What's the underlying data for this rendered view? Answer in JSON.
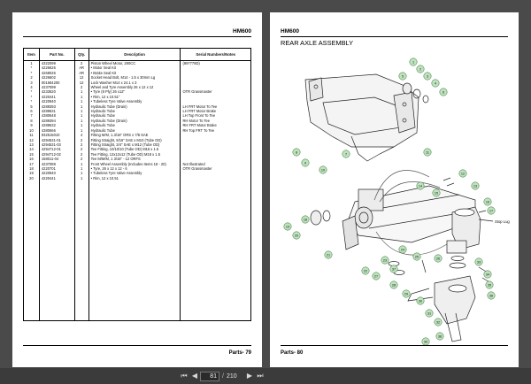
{
  "left_page": {
    "header": "HM600",
    "footer": "Parts- 79",
    "columns": [
      "Item",
      "Part No.",
      "Qty.",
      "Description",
      "Serial Numbers/Notes"
    ],
    "rows": [
      [
        "1",
        "4322099",
        "2",
        "Piston Wheel Motor, 280CC",
        "(897778D)"
      ],
      [
        "*",
        "4226626",
        "AR",
        "• Motor Seal Kit",
        ""
      ],
      [
        "*",
        "4268026",
        "AR",
        "• Brake Seal Kit",
        ""
      ],
      [
        "2",
        "4226602",
        "12",
        "Socket Head Bolt, M14 - 1.5 x 30mm Lg",
        ""
      ],
      [
        "3",
        "001584200",
        "12",
        "Lock Washer M14 x 24.1 x 3",
        ""
      ],
      [
        "4",
        "4237099",
        "2",
        "Wheel and Tyre Assembly 26 x 12 x 12",
        ""
      ],
      [
        "*",
        "4233620",
        "1",
        "• Tyre (8 Ply) 26 x12\"",
        "OTR Grassmaster"
      ],
      [
        "*",
        "4220441",
        "1",
        "• Rim, 12 x 10.51\"",
        ""
      ],
      [
        "*",
        "4220940",
        "1",
        "• Tubeless Tyre Valve Assembly",
        ""
      ],
      [
        "5",
        "4289393",
        "1",
        "Hydraulic Tube (Drain)",
        "LH FRT Motor To Tee"
      ],
      [
        "6",
        "4289631",
        "1",
        "Hydraulic Tube",
        "LH FRT Motor Brake"
      ],
      [
        "7",
        "4380648",
        "1",
        "Hydraulic Tube",
        "LH Top Front To Tee"
      ],
      [
        "8",
        "4289394",
        "1",
        "Hydraulic Tube (Drain)",
        "RH Motor To Tee"
      ],
      [
        "9",
        "4289632",
        "1",
        "Hydraulic Tube",
        "RH FRT Motor Brake"
      ],
      [
        "10",
        "4380666",
        "1",
        "Hydraulic Tube",
        "RH Top FRT To Tee"
      ],
      [
        "11",
        "932515010",
        "4",
        "Fitting M/M, 1.3/16\" ORS x 7/8 SAE",
        ""
      ],
      [
        "12",
        "4294531-01",
        "2",
        "Fitting Straight, 9/16\" SAE x M10 (Tube OD)",
        ""
      ],
      [
        "13",
        "4294531-03",
        "2",
        "Fitting Straight, 3/4\" SAE x M12 (Tube OD)",
        ""
      ],
      [
        "14",
        "4294712-01",
        "2",
        "Tee Fitting, 10/10/10 (Tube OD) M16 x 1.5",
        ""
      ],
      [
        "15",
        "4294712-02",
        "2",
        "Tee Fitting, 12x12x12 (Tube OD) M18 x 1.5",
        ""
      ],
      [
        "16",
        "158011-04",
        "2",
        "Tee M/M/M, 1 3/16\" - 12 ORFS",
        ""
      ],
      [
        "17",
        "4237089",
        "1",
        "Front Wheel Assembly (Includes Items 18 - 20)",
        "Not Illustrated"
      ],
      [
        "18",
        "4220701",
        "1",
        "• Tyre, 26 x 12 x 12 - 6",
        "OTR Grassmaster"
      ],
      [
        "19",
        "4220940",
        "1",
        "• Tubeless Tyre Valve Assembly",
        ""
      ],
      [
        "20",
        "4220441",
        "1",
        "• Rim, 12 x 10.51",
        ""
      ]
    ]
  },
  "right_page": {
    "header": "HM600",
    "title": "REAR AXLE ASSEMBLY",
    "footer": "Parts- 80",
    "callout_label": "Stop Lug",
    "balloons": [
      "1",
      "2",
      "3",
      "4",
      "5",
      "6",
      "7",
      "8",
      "9",
      "10",
      "11",
      "12",
      "13",
      "14",
      "15",
      "16",
      "17",
      "18",
      "19",
      "20",
      "21",
      "22",
      "23",
      "24",
      "25",
      "26",
      "27",
      "28",
      "29",
      "30",
      "31",
      "32",
      "33",
      "34",
      "35",
      "36",
      "37",
      "38",
      "39"
    ]
  },
  "toolbar": {
    "current_page": "81",
    "total_pages": "210",
    "separator": "/"
  },
  "colors": {
    "balloon_fill": "#bfe3bf",
    "balloon_stroke": "#2e6b2e",
    "backdrop": "#4a4a4a",
    "toolbar": "#3b3b3b"
  }
}
